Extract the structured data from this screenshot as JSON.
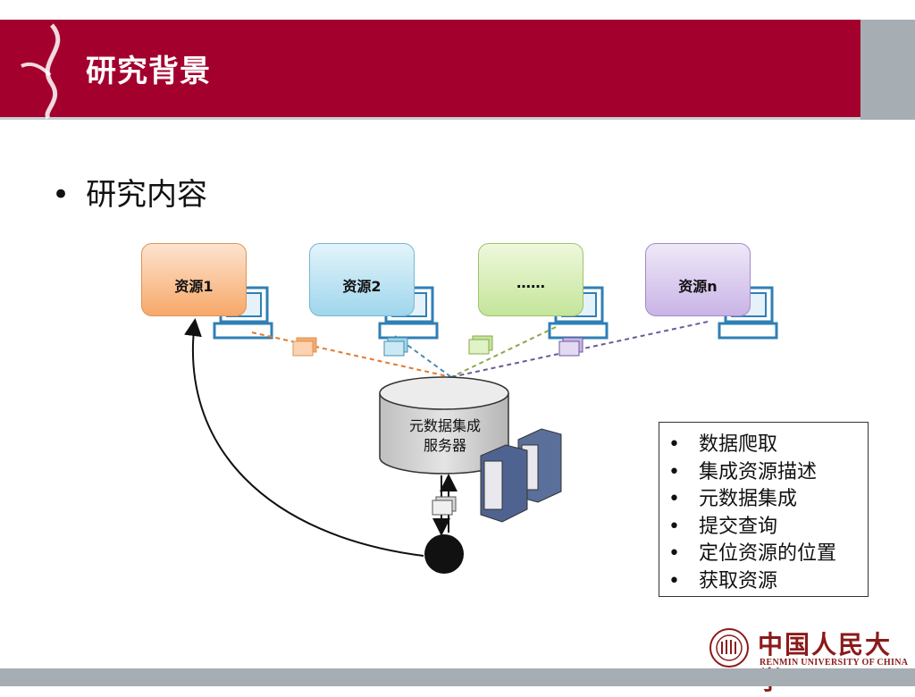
{
  "header": {
    "title": "研究背景"
  },
  "main": {
    "bullet": "研究内容",
    "resources": [
      {
        "label": "资源1"
      },
      {
        "label": "资源2"
      },
      {
        "label": "……"
      },
      {
        "label": "资源n"
      }
    ],
    "server": {
      "line1": "元数据集成",
      "line2": "服务器"
    },
    "steps": [
      "数据爬取",
      "集成资源描述",
      "元数据集成",
      "提交查询",
      "定位资源的位置",
      "获取资源"
    ]
  },
  "bullet_glyph": "•",
  "logo": {
    "name_cn": "中国人民大学",
    "name_en": "RENMIN UNIVERSITY OF CHINA"
  },
  "colors": {
    "header": "#a3002e",
    "gray": "#a6aeb3",
    "orange": "#e07a2f",
    "blue": "#4a8bb0",
    "green": "#8aa84a",
    "purple": "#6a5a9a"
  }
}
